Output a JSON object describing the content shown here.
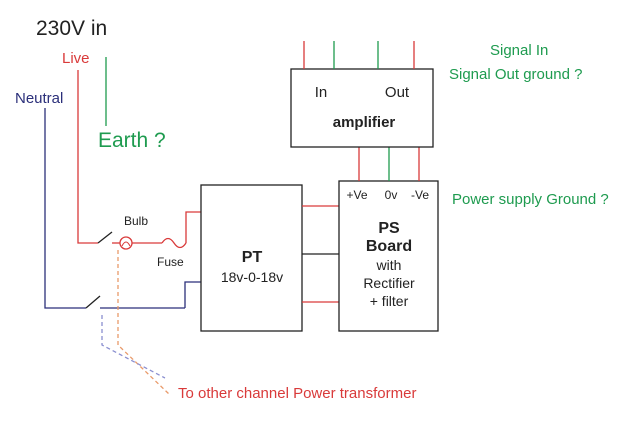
{
  "labels": {
    "mains_in": "230V in",
    "live": "Live",
    "neutral": "Neutral",
    "earth": "Earth ?",
    "bulb": "Bulb",
    "fuse": "Fuse",
    "signal_in": "Signal In",
    "signal_out_ground": "Signal Out ground ?",
    "power_supply_ground": "Power supply Ground ?",
    "other_channel": "To other channel Power transformer"
  },
  "amplifier": {
    "in": "In",
    "out": "Out",
    "title": "amplifier"
  },
  "transformer": {
    "title": "PT",
    "rating": "18v-0-18v"
  },
  "ps_board": {
    "title_1": "PS",
    "title_2": "Board",
    "line_1": "with",
    "line_2": "Rectifier",
    "line_3": "+ filter",
    "pos": "+Ve",
    "zero": "0v",
    "neg": "-Ve"
  },
  "colors": {
    "live": "#d93a3a",
    "neutral": "#2b2f7a",
    "earth": "#1e9b4f",
    "other_channel": "#e99a6a",
    "other_channel_neutral": "#8a8fd0",
    "signal": "#1e9b4f",
    "box": "#222222"
  }
}
